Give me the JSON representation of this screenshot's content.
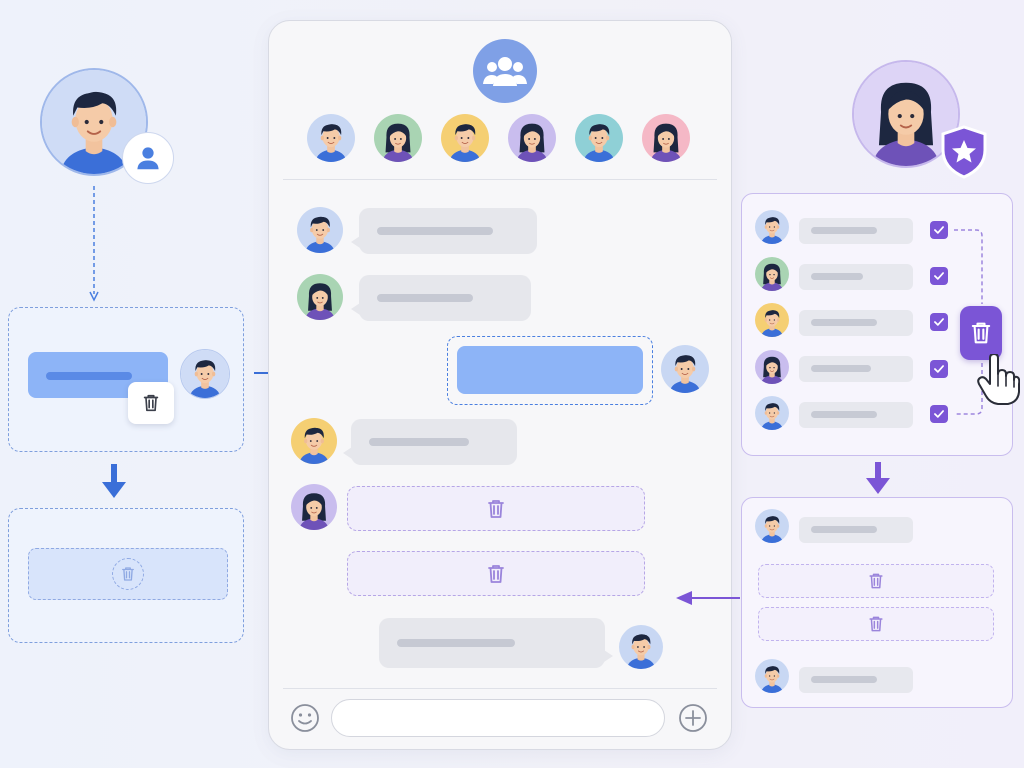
{
  "colors": {
    "user_blue": "#4a7fe0",
    "admin_purple": "#7b55d6",
    "bubble_gray": "#e6e7ec",
    "selected_bubble": "#8db4f7",
    "deleted_dash": "#b6a6e6"
  },
  "icons": {
    "user_badge": "user-icon",
    "admin_badge": "shield-star-icon",
    "group": "group-icon",
    "delete": "trash-icon",
    "emoji": "smiley-icon",
    "add": "plus-circle-icon",
    "cursor": "hand-pointer-icon",
    "checkbox": "checkbox-checked-icon",
    "arrow": "arrow-icon"
  },
  "chat": {
    "members": [
      "member-1",
      "member-2",
      "member-3",
      "member-4",
      "member-5",
      "member-6"
    ],
    "input_placeholder": ""
  },
  "admin_panel": {
    "selected_rows": 5
  }
}
